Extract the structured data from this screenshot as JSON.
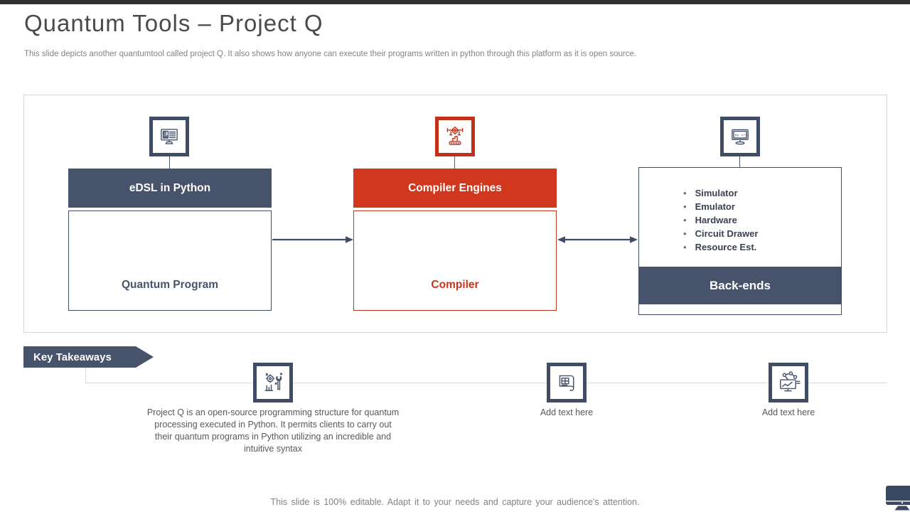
{
  "slide": {
    "title": "Quantum Tools – Project Q",
    "subtitle": "This slide depicts another quantumtool called project Q. It also shows how anyone can execute their programs written in python through this platform as it is open source.",
    "footer": "This slide is 100% editable. Adapt it to your needs and capture your audience's attention."
  },
  "colors": {
    "slate": "#47536b",
    "red": "#d0371d",
    "border_gray": "#d8d8d8",
    "text_gray": "#595959"
  },
  "diagram": {
    "columns": [
      {
        "icon": "monitor-document-icon",
        "header": "eDSL in Python",
        "body": "Quantum Program"
      },
      {
        "icon": "compiler-machine-icon",
        "header": "Compiler Engines",
        "body": "Compiler"
      },
      {
        "icon": "monitor-code-icon",
        "bullets": [
          "Simulator",
          "Emulator",
          "Hardware",
          "Circuit Drawer",
          "Resource Est."
        ],
        "band": "Back-ends"
      }
    ]
  },
  "key_takeaways": {
    "label": "Key Takeaways",
    "items": [
      {
        "icon": "gear-wrench-chart-icon",
        "text": "Project Q is an open-source programming structure for quantum processing executed in Python. It permits clients to carry out their quantum programs in Python utilizing an incredible and intuitive syntax"
      },
      {
        "icon": "blueprint-icon",
        "text": "Add text here"
      },
      {
        "icon": "monitor-network-icon",
        "text": "Add text here"
      }
    ]
  }
}
